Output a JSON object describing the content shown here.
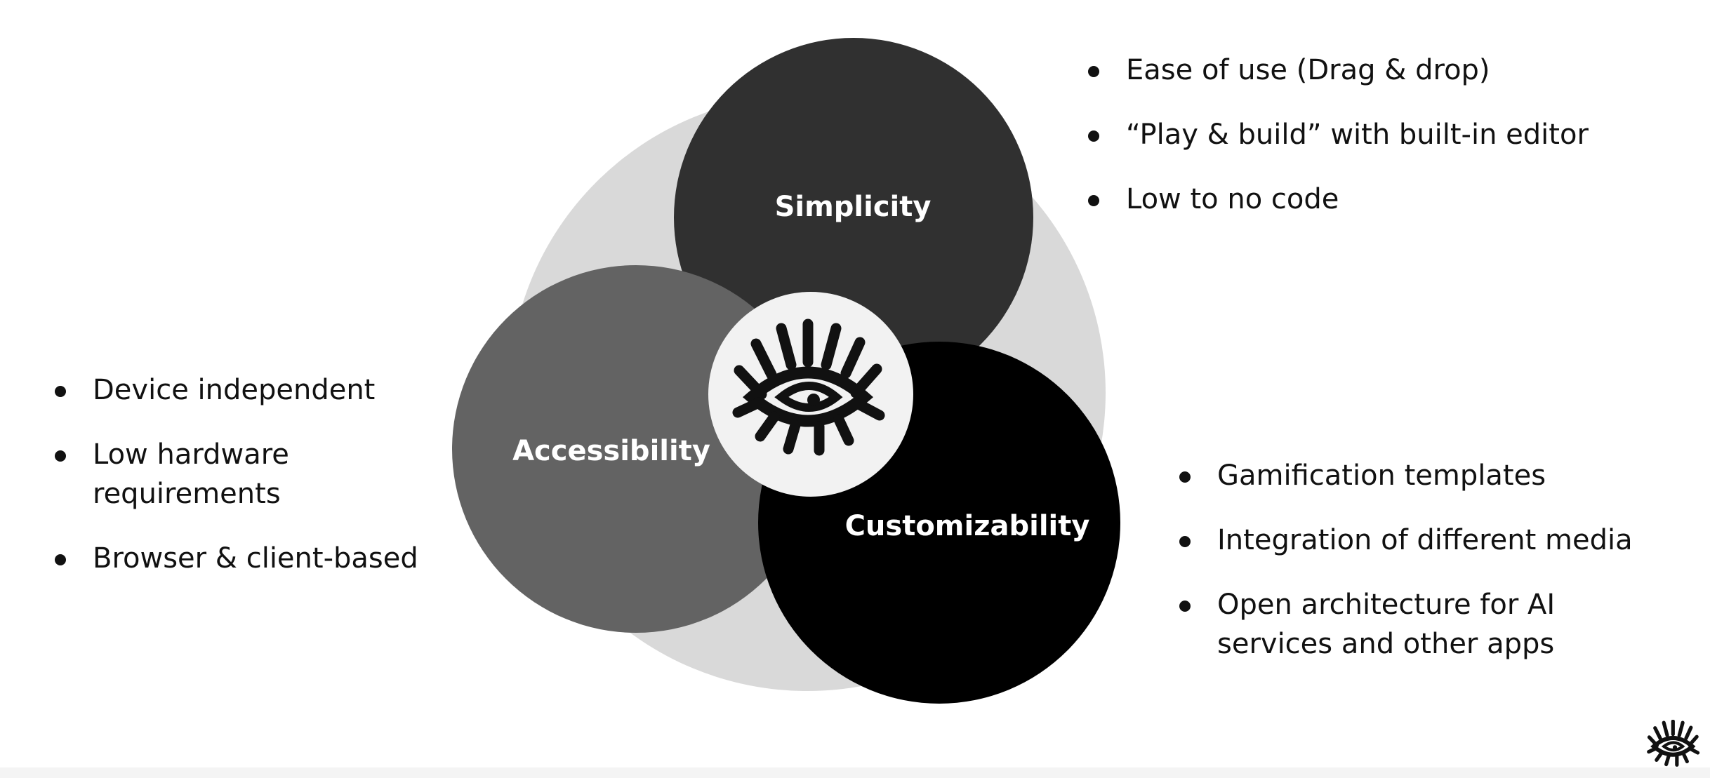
{
  "diagram": {
    "circles": {
      "simplicity": {
        "label": "Simplicity",
        "color": "#303030"
      },
      "accessibility": {
        "label": "Accessibility",
        "color": "#636363"
      },
      "customizability": {
        "label": "Customizability",
        "color": "#000000"
      },
      "background_color": "#d9d9d9",
      "center_color": "#f2f2f2"
    },
    "center_icon": "eye-icon"
  },
  "lists": {
    "simplicity": [
      "Ease of use (Drag & drop)",
      "“Play & build” with built-in editor",
      "Low to no code"
    ],
    "accessibility": [
      "Device independent",
      "Low hardware requirements",
      "Browser & client-based"
    ],
    "customizability": [
      "Gamification templates",
      "Integration of different media",
      "Open architecture for AI services and other apps"
    ]
  },
  "footer": {
    "logo_icon": "eye-icon"
  }
}
